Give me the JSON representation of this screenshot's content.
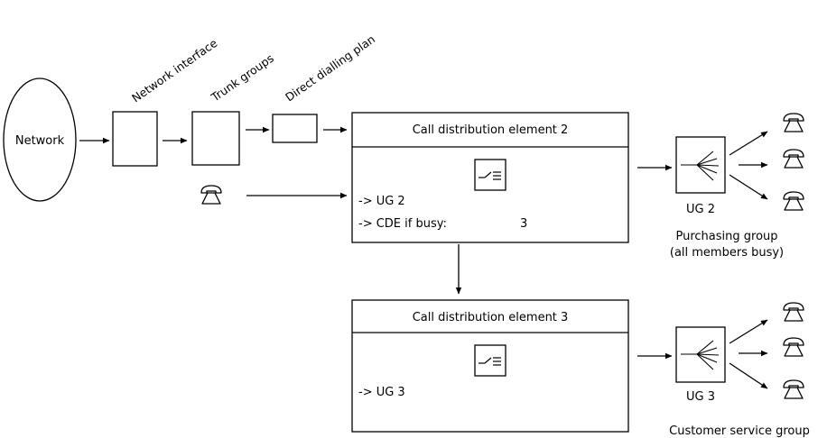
{
  "network": {
    "label": "Network"
  },
  "chain": {
    "network_interface": "Network interface",
    "trunk_groups": "Trunk groups",
    "direct_dialling_plan": "Direct dialling plan"
  },
  "cde2": {
    "title": "Call distribution element 2",
    "target_line": "-> UG 2",
    "busy_line": "-> CDE if busy:",
    "busy_value": "3"
  },
  "cde3": {
    "title": "Call distribution element 3",
    "target_line": "-> UG 3"
  },
  "ug2": {
    "label": "UG 2",
    "group_name": "Purchasing group",
    "group_status": "(all members busy)"
  },
  "ug3": {
    "label": "UG 3",
    "group_name": "Customer service group"
  },
  "icons": {
    "phone": "telephone-icon",
    "switch": "switch-icon",
    "distributor": "fan-out-distributor-icon"
  }
}
